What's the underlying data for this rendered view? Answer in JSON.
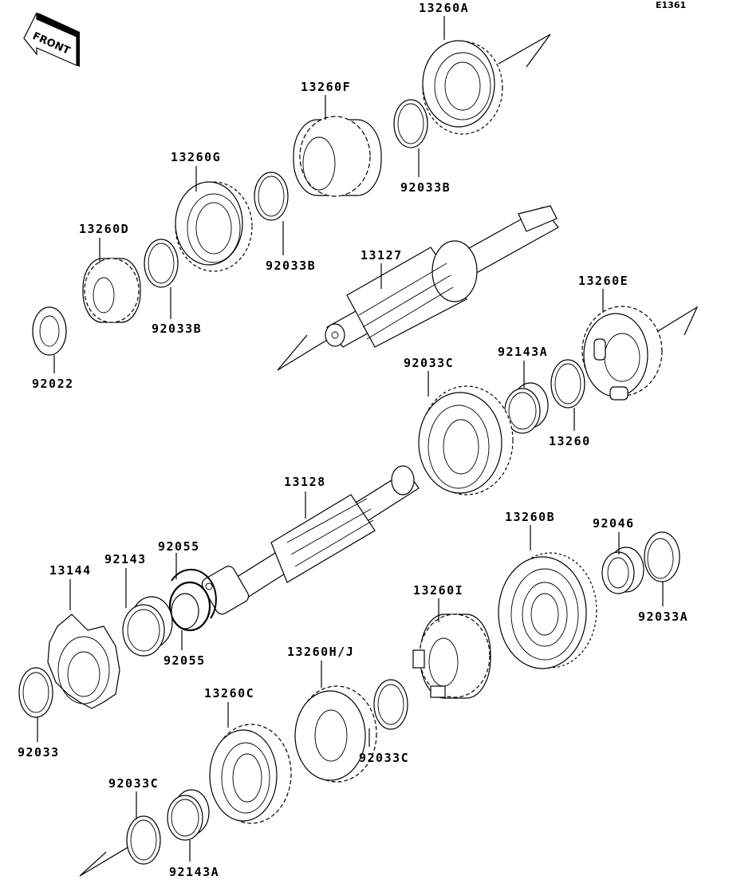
{
  "diagram": {
    "title": "Transmission exploded view",
    "figure_code": "E1361",
    "direction_indicator": "FRONT",
    "parts": [
      {
        "id": "13260A",
        "label": "13260A",
        "kind": "gear"
      },
      {
        "id": "92033B-top",
        "label": "92033B",
        "kind": "circlip"
      },
      {
        "id": "13260F",
        "label": "13260F",
        "kind": "gear"
      },
      {
        "id": "92033B-mid",
        "label": "92033B",
        "kind": "circlip"
      },
      {
        "id": "13260G",
        "label": "13260G",
        "kind": "gear"
      },
      {
        "id": "92033B-low",
        "label": "92033B",
        "kind": "circlip"
      },
      {
        "id": "13260D",
        "label": "13260D",
        "kind": "gear"
      },
      {
        "id": "92022",
        "label": "92022",
        "kind": "washer"
      },
      {
        "id": "13127",
        "label": "13127",
        "kind": "shaft"
      },
      {
        "id": "13260E",
        "label": "13260E",
        "kind": "gear"
      },
      {
        "id": "92143A-upper",
        "label": "92143A",
        "kind": "collar"
      },
      {
        "id": "13260",
        "label": "13260",
        "kind": "gear"
      },
      {
        "id": "92033C-upper",
        "label": "92033C",
        "kind": "circlip"
      },
      {
        "id": "13128",
        "label": "13128",
        "kind": "shaft"
      },
      {
        "id": "92055-top",
        "label": "92055",
        "kind": "o-ring"
      },
      {
        "id": "92143",
        "label": "92143",
        "kind": "collar"
      },
      {
        "id": "13144",
        "label": "13144",
        "kind": "sprocket"
      },
      {
        "id": "92055-bottom",
        "label": "92055",
        "kind": "o-ring"
      },
      {
        "id": "13260B",
        "label": "13260B",
        "kind": "gear"
      },
      {
        "id": "92046",
        "label": "92046",
        "kind": "needle-bearing"
      },
      {
        "id": "92033A",
        "label": "92033A",
        "kind": "circlip"
      },
      {
        "id": "13260I",
        "label": "13260I",
        "kind": "gear"
      },
      {
        "id": "13260HJ",
        "label": "13260H/J",
        "kind": "gear"
      },
      {
        "id": "92033",
        "label": "92033",
        "kind": "circlip"
      },
      {
        "id": "13260C",
        "label": "13260C",
        "kind": "gear"
      },
      {
        "id": "92033C-mid",
        "label": "92033C",
        "kind": "circlip"
      },
      {
        "id": "92033C-bottom",
        "label": "92033C",
        "kind": "circlip"
      },
      {
        "id": "92143A-bottom",
        "label": "92143A",
        "kind": "collar"
      }
    ]
  }
}
